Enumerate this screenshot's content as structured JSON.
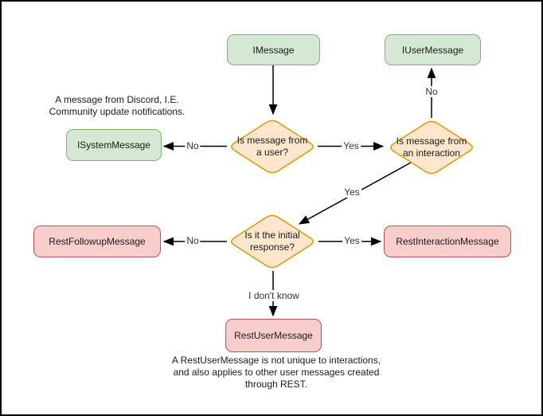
{
  "colors": {
    "green_fill": "#d5e8d4",
    "green_stroke": "#82b366",
    "orange_fill": "#ffe6cc",
    "orange_stroke": "#d79b00",
    "red_fill": "#f8cecc",
    "red_stroke": "#b85450",
    "edge": "#000000",
    "text": "#1a1a1a"
  },
  "diagram": {
    "nodes": {
      "imessage": "IMessage",
      "iusermessage": "IUserMessage",
      "isystemmessage": "ISystemMessage",
      "is_from_user": "Is message from\na user?",
      "is_from_interaction": "Is message from\nan interaction",
      "is_initial_response": "Is it the initial\nresponse?",
      "restfollowupmessage": "RestFollowupMessage",
      "restinteractionmessage": "RestInteractionMessage",
      "restusermessage": "RestUserMessage"
    },
    "edge_labels": {
      "user_no": "No",
      "user_yes": "Yes",
      "interaction_no": "No",
      "interaction_yes": "Yes",
      "initial_no": "No",
      "initial_yes": "Yes",
      "initial_unknown": "I don't know"
    },
    "annotations": {
      "system_note": "A message from Discord, I.E.\nCommunity update notifications.",
      "restuser_note": "A RestUserMessage is not unique to interactions,\nand also applies to other user messages created\nthrough REST."
    }
  }
}
